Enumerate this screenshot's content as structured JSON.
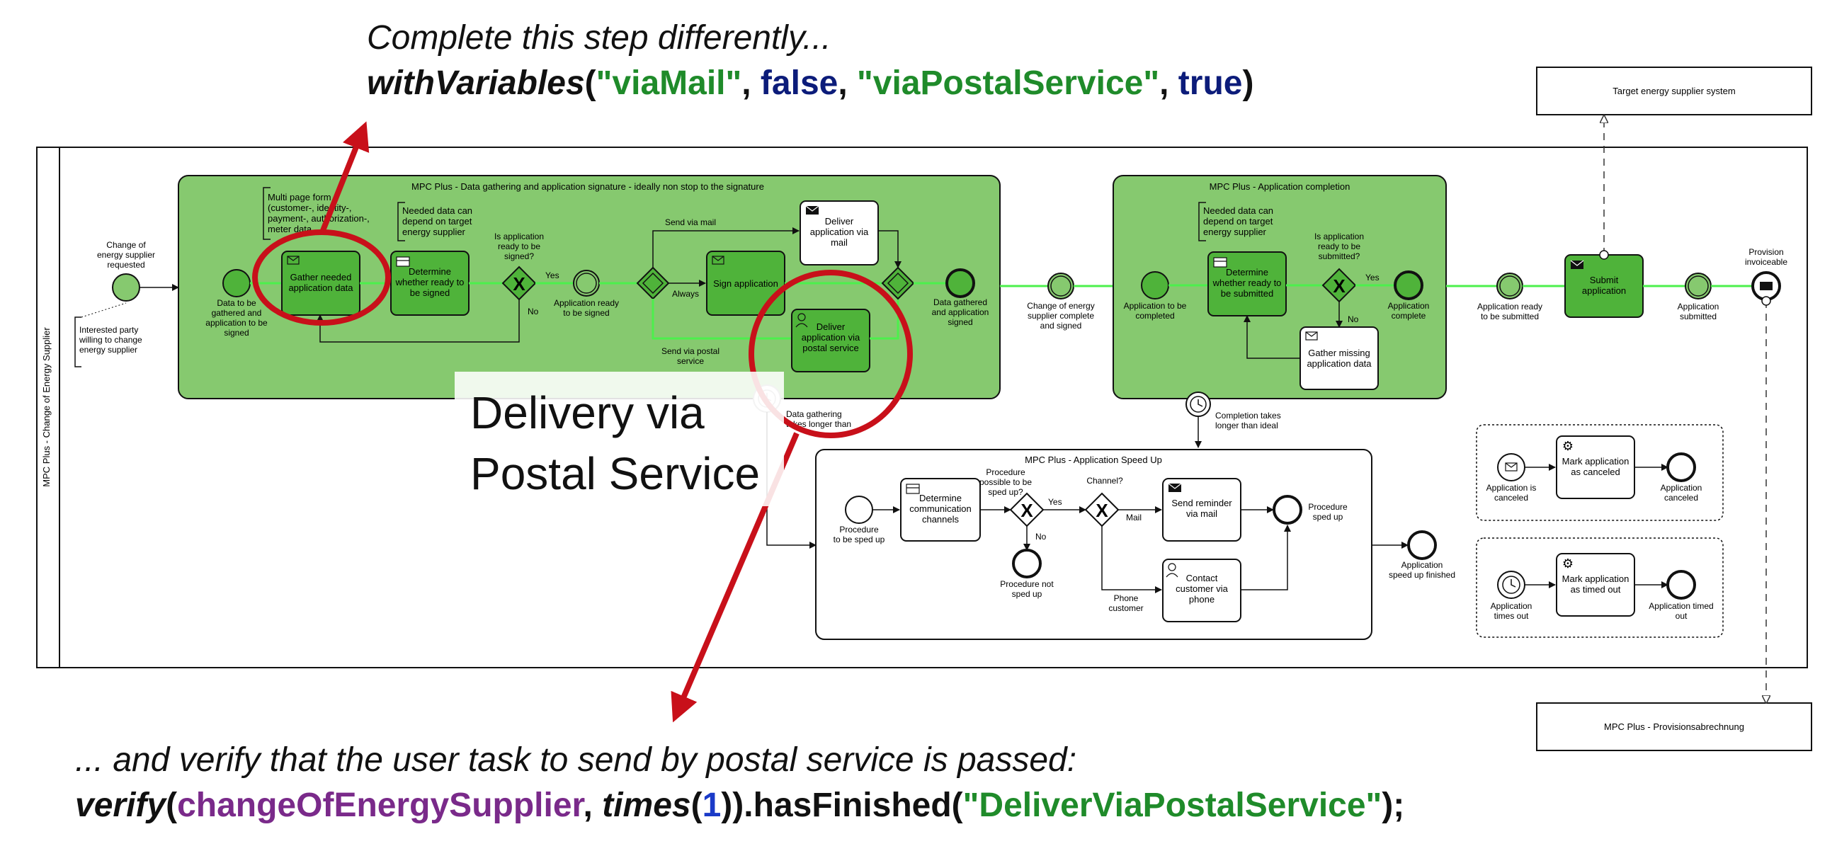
{
  "code_top": {
    "comment": "Complete this step differently...",
    "fn": "withVariables",
    "open": "(",
    "arg1": "\"viaMail\"",
    "sep1": ", ",
    "arg2": "false",
    "sep2": ", ",
    "arg3": "\"viaPostalService\"",
    "sep3": ", ",
    "arg4": "true",
    "close": ")"
  },
  "code_bottom": {
    "comment": "... and verify that the user task to send by postal service is passed:",
    "fn": "verify",
    "open": "(",
    "var": "changeOfEnergySupplier",
    "sep": ", ",
    "fn2": "times",
    "open2": "(",
    "num": "1",
    "close2": "))",
    "method": ".hasFinished(",
    "arg": "\"DeliverViaPostalService\"",
    "end": ");"
  },
  "overlay": {
    "text": "Delivery via\nPostal Service"
  },
  "diagram": {
    "pool_label": "MPC Plus - Change of Energy Supplier",
    "target_system": "Target energy supplier system",
    "provisions": "MPC Plus - Provisionsabrechnung",
    "start_label": "Change of\nenergy supplier\nrequested",
    "interested_note": "Interested party\nwilling to change\nenergy supplier",
    "sub1": {
      "title": "MPC Plus - Data gathering and application signature - ideally non stop to the signature",
      "note1": "Multi page form\n(customer-, identity-,\npayment-, authorization-,\nmeter data",
      "note2": "Needed data can\ndepend on target\nenergy supplier",
      "start": "Data to be\ngathered and\napplication to be\nsigned",
      "task_gather": "Gather needed\napplication data",
      "task_determine": "Determine\nwhether ready to\nbe signed",
      "gw_question": "Is application\nready to be\nsigned?",
      "yes": "Yes",
      "no": "No",
      "event_ready": "Application ready\nto be signed",
      "send_mail": "Send via mail",
      "always": "Always",
      "send_postal": "Send via postal\nservice",
      "task_mail": "Deliver\napplication via\nmail",
      "task_sign": "Sign application",
      "task_postal": "Deliver\napplication via\npostal service",
      "end": "Data gathered\nand application\nsigned",
      "timer_label": "Data gathering\ntakes longer than"
    },
    "between1": "Change of energy\nsupplier complete\nand signed",
    "sub2": {
      "title": "MPC Plus - Application completion",
      "note": "Needed data can\ndepend on target\nenergy supplier",
      "start": "Application to be\ncompleted",
      "task_determine": "Determine\nwhether ready to\nbe submitted",
      "gw_question": "Is application\nready to be\nsubmitted?",
      "yes": "Yes",
      "no": "No",
      "end": "Application\ncomplete",
      "task_gather": "Gather missing\napplication data",
      "timer_label": "Completion takes\nlonger than ideal"
    },
    "event_submit": "Application ready\nto be submitted",
    "task_submit": "Submit\napplication",
    "event_submitted": "Application\nsubmitted",
    "provision": "Provision\ninvoiceable",
    "sub3": {
      "title": "MPC Plus - Application Speed Up",
      "start": "Procedure\nto be sped up",
      "task_determine": "Determine\ncommunication\nchannels",
      "gw1": "Procedure\npossible to be\nsped up?",
      "yes": "Yes",
      "no": "No",
      "not_sped": "Procedure not\nsped up",
      "gw2": "Channel?",
      "mail": "Mail",
      "phone": "Phone\ncustomer",
      "task_reminder": "Send reminder\nvia mail",
      "task_contact": "Contact\ncustomer via\nphone",
      "end": "Procedure\nsped up"
    },
    "speedup_finished": "Application\nspeed up finished",
    "cancel": {
      "start": "Application is\ncanceled",
      "task": "Mark application\nas canceled",
      "end": "Application\ncanceled"
    },
    "timeout": {
      "start": "Application\ntimes out",
      "task": "Mark application\nas timed out",
      "end": "Application timed\nout"
    }
  },
  "colors": {
    "green_fill": "#86c96f",
    "task_fill": "#4fb33a",
    "arrow_red": "#c8101a",
    "highlight_line": "#4cf04c"
  }
}
